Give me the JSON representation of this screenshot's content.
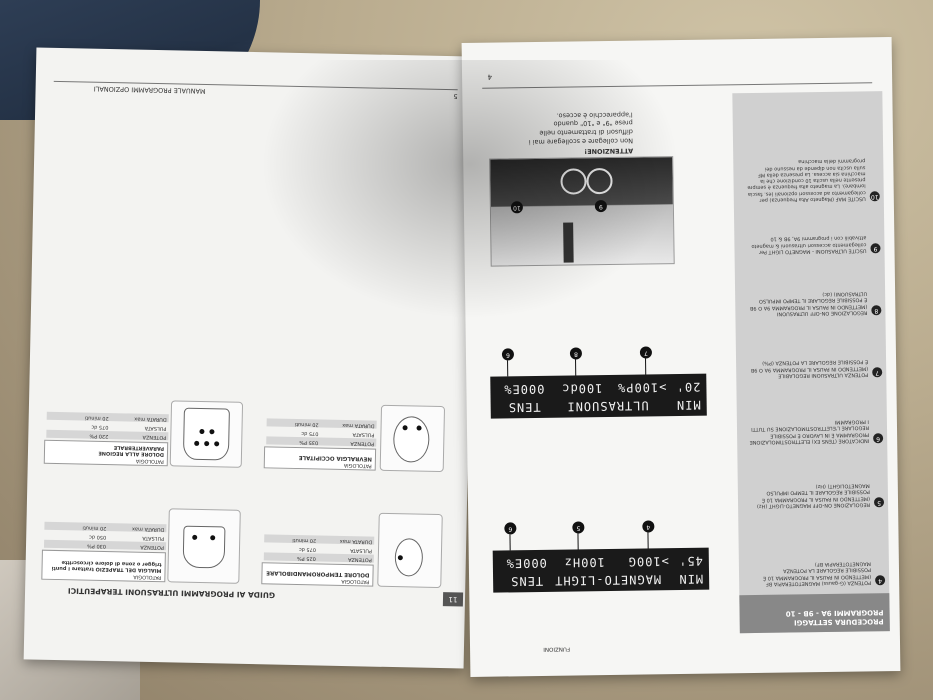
{
  "left_page": {
    "header": "MANUALE PROGRAMMI OPZIONALI",
    "page_num_top": "5",
    "title": "GUIDA AI PROGRAMMI ULTRASUONI TERAPEUTICI",
    "page_tab": "11",
    "cards": [
      {
        "patologia_label": "PATOLOGIA",
        "patologia": "DOLORE TEMPOROMANDIBOLARE",
        "potenza_label": "POTENZA",
        "potenza": "025 P%",
        "pulsata_label": "PULSATA",
        "pulsata": "075 dc",
        "durata_label": "DURATA max",
        "durata": "20 minuti"
      },
      {
        "patologia_label": "PATOLOGIA",
        "patologia": "MIALGIA DEL TRAPEZIO trattare i punti trigger o zona di dolore circoscritte",
        "potenza_label": "POTENZA",
        "potenza": "030 P%",
        "pulsata_label": "PULSATA",
        "pulsata": "050 dc",
        "durata_label": "DURATA max",
        "durata": "20 minuti"
      },
      {
        "patologia_label": "PATOLOGIA",
        "patologia": "NEVRALGIA OCCIPITALE",
        "potenza_label": "POTENZA",
        "potenza": "035 P%",
        "pulsata_label": "PULSATA",
        "pulsata": "075 dc",
        "durata_label": "DURATA max",
        "durata": "20 minuti"
      },
      {
        "patologia_label": "PATOLOGIA",
        "patologia": "DOLORE ALLA REGIONE PARAVERTEBRALE",
        "potenza_label": "POTENZA",
        "potenza": "220 P%",
        "pulsata_label": "PULSATA",
        "pulsata": "075 dc",
        "durata_label": "DURATA max",
        "durata": "20 minuti"
      }
    ]
  },
  "right_page": {
    "page_num": "4",
    "footer": "FUNZIONI",
    "sidebar_title": "PROCEDURA SETTAGGI PROGRAMMI 9A - 9B - 10",
    "sidebar_items": [
      {
        "num": "4",
        "text": "POTENZA (G-gauss) MAGNETOTERAPIA BF (METTENDO IN PAUSA IL PROGRAMMA 10 È POSSIBILE REGOLARE LA POTENZA MAGNETOTERAPIA BF)"
      },
      {
        "num": "5",
        "text": "REGOLAZIONE ON-OFF MAGNETO-LIGHT (Hz) (METTENDO IN PAUSA IL PROGRAMMA 10 È POSSIBILE REGOLARE IL TEMPO IMPULSO MAGNETOLIGHT) (Hz)"
      },
      {
        "num": "6",
        "text": "INDICATORE (TENS EX) ELETTROSTIMOLAZIONE PROGRAMMA È IN LAVORO È POSSIBILE REGOLARE L'ELETTROSTIMOLAZIONE SU TUTTI I PROGRAMMI"
      },
      {
        "num": "7",
        "text": "POTENZA ULTRASUONI REGOLABILE (METTENDO IN PAUSA IL PROGRAMMA 9A O 9B È POSSIBILE REGOLARE LA POTENZA (P%)"
      },
      {
        "num": "8",
        "text": "REGOLAZIONE ON-OFF ULTRASUONI (METTENDO IN PAUSA IL PROGRAMMA 9A O 9B È POSSIBILE REGOLARE IL TEMPO IMPULSO ULTRASUONI) (dc)"
      },
      {
        "num": "9",
        "text": "USCITE ULTRASUONI - MAGNETO LIGHT Per collegamento accessori ultrasuoni & magneto attivabili con i programmi 9A, 9B & 10"
      },
      {
        "num": "10",
        "text": "USCITE MAF (Magneto Alta Frequenza) per collegamento ad accessori opzionali (es. fascia lombare). La magneto alta frequenza è sempre presente nella uscita 10 condizione che la macchina sia accesa. La presenza della MF sulla uscita non dipende da nessuno dei programmi della macchina"
      }
    ],
    "warning_title": "ATTENZIONE!",
    "warning_text": "Non collegare e scollegare mai i diffusori di trattamento nelle prese \"9\" e \"10\" quando l'apparecchio è acceso.",
    "lcd_top": {
      "line1_labels": [
        "MIN",
        "ULTRASUONI",
        "TENS"
      ],
      "line2_values": [
        "20'",
        ">100P%",
        "100dc",
        "000E%"
      ],
      "callouts": [
        "7",
        "8",
        "6"
      ]
    },
    "lcd_bottom": {
      "line1_labels": [
        "MIN",
        "MAGNETO-LIGHT",
        "TENS"
      ],
      "line2_values": [
        "45'",
        ">100G",
        "100Hz",
        "000E%"
      ],
      "callouts": [
        "4",
        "5",
        "6"
      ]
    },
    "photo_labels": [
      "9",
      "10"
    ]
  }
}
